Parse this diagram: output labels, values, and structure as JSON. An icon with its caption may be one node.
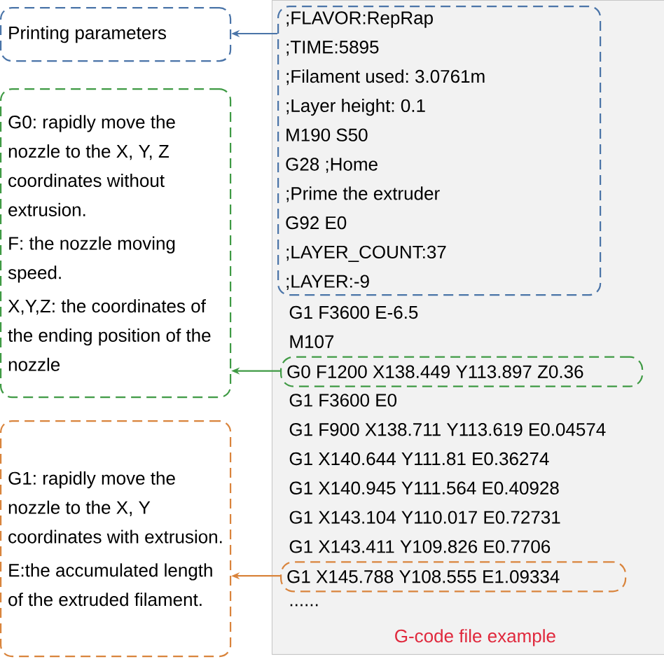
{
  "diagram": {
    "nodes": [
      {
        "text": [
          "Printing parameters"
        ]
      },
      {
        "text": [
          "G0: rapidly move the nozzle to the X, Y, Z coordinates without extrusion.",
          "F: the nozzle moving speed.",
          "X,Y,Z: the coordinates of the ending position of the nozzle"
        ]
      },
      {
        "text": [
          "G1: rapidly move the nozzle to the X, Y coordinates with extrusion.",
          "E:the accumulated length of the extruded filament."
        ]
      },
      {
        "text": [
          "G-code file example"
        ]
      },
      {
        "text": [
          ";FLAVOR:RepRap",
          ";TIME:5895",
          ";Filament used: 3.0761m",
          ";Layer height: 0.1",
          "M190 S50",
          "G28 ;Home",
          ";Prime the extruder",
          "G92 E0",
          ";LAYER_COUNT:37",
          ";LAYER:-9"
        ],
        "in": 3
      },
      {
        "text": [
          "G0 F1200 X138.449 Y113.897 Z0.36"
        ],
        "in": 3
      },
      {
        "text": [
          "G1 X145.788 Y108.555 E1.09334"
        ],
        "in": 3
      }
    ],
    "edges": [
      {
        "from": 4,
        "to": 0,
        "arrow": "to",
        "color": "#4a74a8"
      },
      {
        "from": 5,
        "to": 1,
        "arrow": "to",
        "color": "#3f9a44"
      },
      {
        "from": 6,
        "to": 2,
        "arrow": "to",
        "color": "#d9843c"
      }
    ],
    "labels": [
      "G1 F3600 E-6.5",
      "M107",
      "G1 F3600 E0",
      "G1 F900 X138.711 Y113.619 E0.04574",
      "G1 X140.644 Y111.81 E0.36274",
      "G1 X140.945 Y111.564 E0.40928",
      "G1 X143.104 Y110.017 E0.72731",
      "G1 X143.411 Y109.826 E0.7706",
      "......"
    ]
  }
}
